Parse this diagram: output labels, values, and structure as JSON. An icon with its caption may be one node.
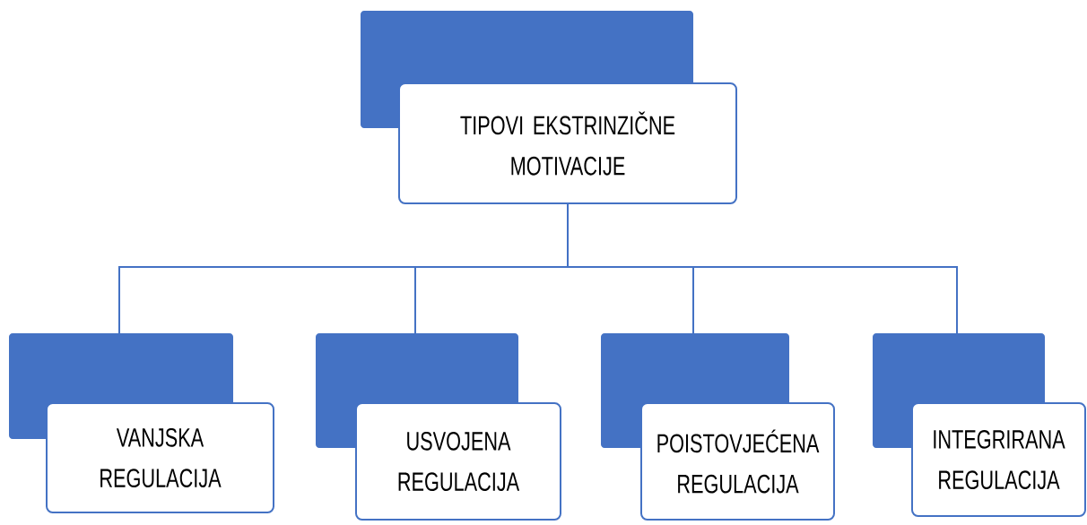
{
  "diagram": {
    "nodes": [
      {
        "text": [
          "TIPOVI EKSTRINZIČNE MOTIVACIJE"
        ]
      },
      {
        "text": [
          "VANJSKA REGULACIJA"
        ]
      },
      {
        "text": [
          "USVOJENA REGULACIJA"
        ]
      },
      {
        "text": [
          "POISTOVJEĆENA REGULACIJA"
        ]
      },
      {
        "text": [
          "INTEGRIRANA REGULACIJA"
        ]
      }
    ],
    "edges": [
      {
        "from": 0,
        "to": 1,
        "arrow": "none"
      },
      {
        "from": 0,
        "to": 2,
        "arrow": "none"
      },
      {
        "from": 0,
        "to": 3,
        "arrow": "none"
      },
      {
        "from": 0,
        "to": 4,
        "arrow": "none"
      }
    ]
  }
}
